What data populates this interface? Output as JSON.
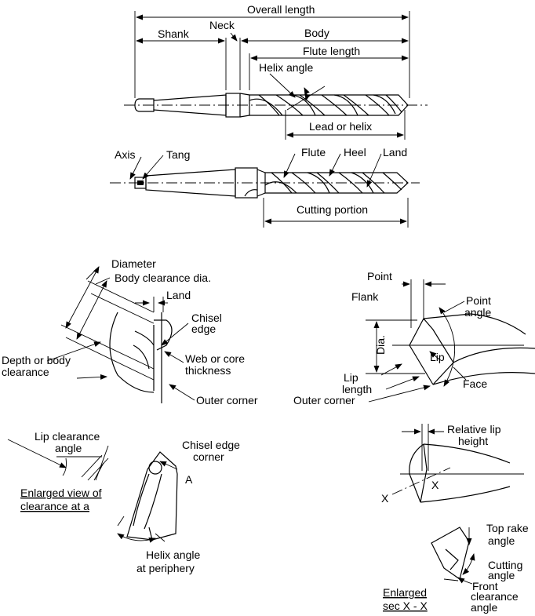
{
  "labels": {
    "overall_length": "Overall length",
    "shank": "Shank",
    "neck": "Neck",
    "body": "Body",
    "flute_length": "Flute length",
    "helix_angle": "Helix angle",
    "lead_or_helix": "Lead or helix",
    "axis": "Axis",
    "tang": "Tang",
    "flute": "Flute",
    "heel": "Heel",
    "land": "Land",
    "cutting_portion": "Cutting portion",
    "diameter": "Diameter",
    "body_clearance_dia": "Body clearance dia.",
    "land2": "Land",
    "chisel_edge_1": "Chisel",
    "chisel_edge_2": "edge",
    "depth_1": "Depth or body",
    "depth_2": "clearance",
    "web_1": "Web or core",
    "web_2": "thickness",
    "outer_corner": "Outer corner",
    "point": "Point",
    "flank": "Flank",
    "point_angle_1": "Point",
    "point_angle_2": "angle",
    "dia": "Dia.",
    "lip": "Lip",
    "lip_length_1": "Lip",
    "lip_length_2": "length",
    "face": "Face",
    "outer_corner_2": "Outer corner",
    "lip_clearance_1": "Lip clearance",
    "lip_clearance_2": "angle",
    "enlarged_a_1": "Enlarged view of",
    "enlarged_a_2": "clearance at a",
    "chisel_corner_1": "Chisel edge",
    "chisel_corner_2": "corner",
    "a_mark": "A",
    "helix_periphery_1": "Helix angle",
    "helix_periphery_2": "at periphery",
    "relative_lip_1": "Relative lip",
    "relative_lip_2": "height",
    "x_left": "X",
    "x_right": "X",
    "top_rake_1": "Top rake",
    "top_rake_2": "angle",
    "cutting_angle_1": "Cutting",
    "cutting_angle_2": "angle",
    "front_clearance_1": "Front",
    "front_clearance_2": "clearance",
    "front_clearance_3": "angle",
    "enlarged_x_1": "Enlarged",
    "enlarged_x_2": "sec X - X"
  }
}
